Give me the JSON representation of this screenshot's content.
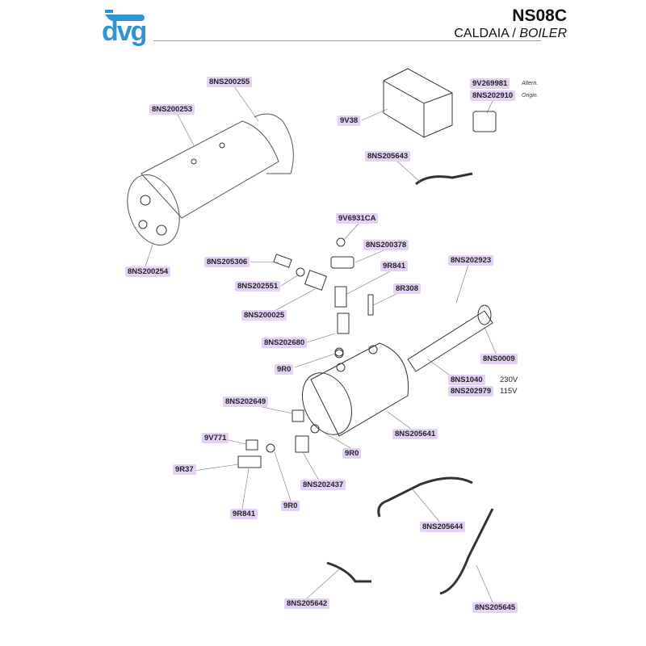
{
  "header": {
    "brand": "dvg",
    "code": "NS08C",
    "subtitle_it": "CALDAIA",
    "subtitle_sep": " / ",
    "subtitle_en": "BOILER"
  },
  "parts": {
    "p1": "8NS200255",
    "p2": "8NS200253",
    "p3": "9V38",
    "p4": "9V269981",
    "p4_note": "Altern.",
    "p5": "8NS202910",
    "p5_note": "Origin.",
    "p6": "8NS205643",
    "p7": "9V6931CA",
    "p8": "8NS200378",
    "p9": "8NS205306",
    "p10": "9R841",
    "p11": "8NS202923",
    "p12": "8NS202551",
    "p13": "8R308",
    "p14": "8NS200025",
    "p15": "8NS202680",
    "p16": "8NS0009",
    "p17": "9R0",
    "p18": "8NS1040",
    "p18_v": "230V",
    "p19": "8NS202979",
    "p19_v": "115V",
    "p20": "8NS200254",
    "p21": "8NS202649",
    "p22": "8NS205641",
    "p23": "9V771",
    "p24": "9R0",
    "p25": "9R37",
    "p26": "8NS202437",
    "p27": "9R841",
    "p28": "9R0",
    "p29": "8NS205644",
    "p30": "8NS205642",
    "p31": "8NS205645"
  },
  "colors": {
    "brand": "#2f93d6",
    "label_bg": "#e4d2f5"
  }
}
